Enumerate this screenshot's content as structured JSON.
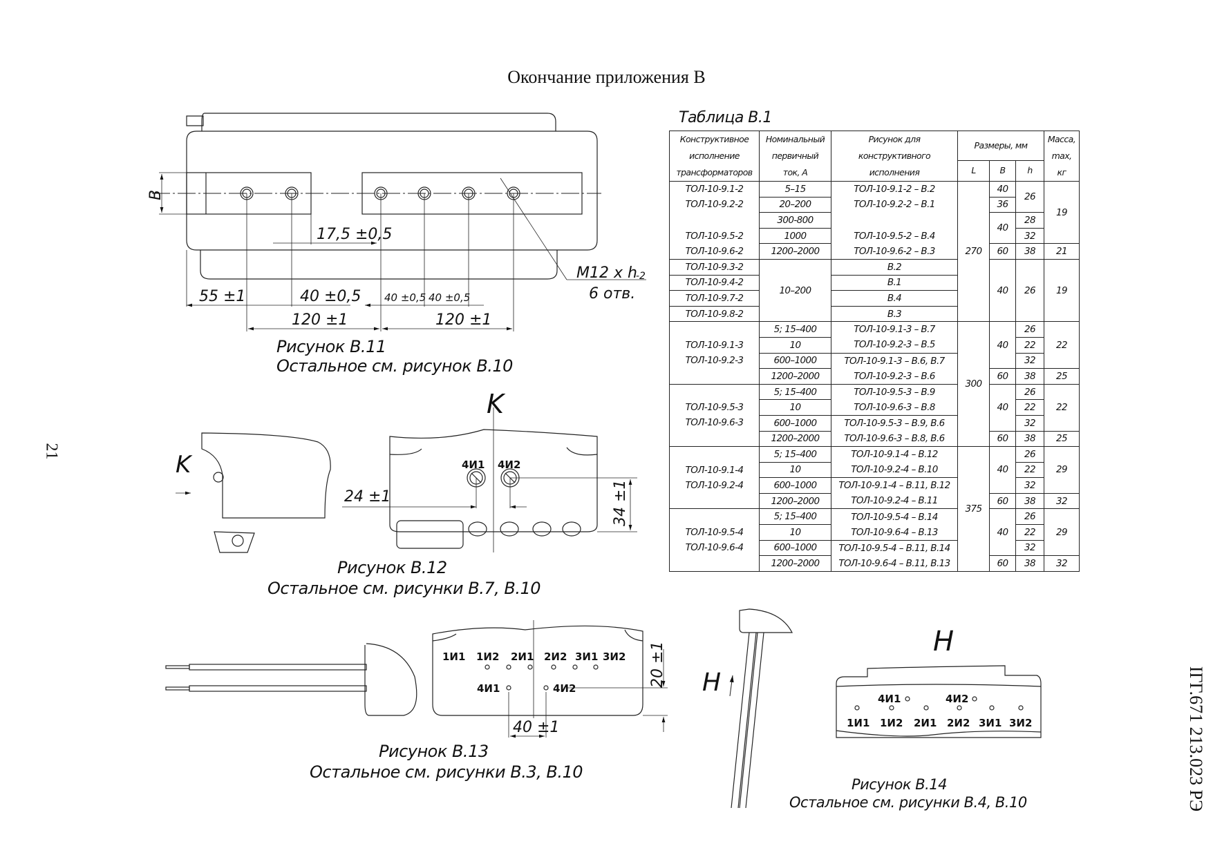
{
  "header": {
    "title": "Окончание приложения В"
  },
  "page_number": "21",
  "document_code": "ІГГ.671 213.023 РЭ",
  "table": {
    "caption": "Таблица В.1",
    "headers": {
      "col_design": "Конструктивное исполнение трансформаторов",
      "col_design_lines": [
        "Конструктивное",
        "исполнение",
        "трансформаторов"
      ],
      "col_current_lines": [
        "Номинальный",
        "первичный",
        "ток, А"
      ],
      "col_figure_lines": [
        "Рисунок для",
        "конструктивного",
        "исполнения"
      ],
      "dimensions": "Размеры, мм",
      "dim_L": "L",
      "dim_B": "B",
      "dim_h": "h",
      "mass_lines": [
        "Масса,",
        "max,",
        "кг"
      ]
    },
    "groups": [
      {
        "designs": [
          "ТОЛ-10-9.1-2",
          "ТОЛ-10-9.2-2",
          "ТОЛ-10-9.5-2",
          "ТОЛ-10-9.6-2"
        ],
        "rows": [
          {
            "current": "5–15",
            "figure": "ТОЛ-10-9.1-2 – В.2",
            "B": "40",
            "h": "26",
            "mass": "19"
          },
          {
            "current": "20–200",
            "figure": "ТОЛ-10-9.2-2 – В.1",
            "B": "36",
            "h": "26",
            "mass": "19"
          },
          {
            "current": "300-800",
            "figure": "",
            "B": "40",
            "h": "28",
            "mass": "19"
          },
          {
            "current": "1000",
            "figure": "ТОЛ-10-9.5-2 – В.4",
            "B": "40",
            "h": "32",
            "mass": "19"
          },
          {
            "current": "1200–2000",
            "figure": "ТОЛ-10-9.6-2 – В.3",
            "B": "60",
            "h": "38",
            "mass": "21"
          }
        ],
        "L": "270"
      },
      {
        "designs": [
          "ТОЛ-10-9.3-2",
          "ТОЛ-10-9.4-2",
          "ТОЛ-10-9.7-2",
          "ТОЛ-10-9.8-2"
        ],
        "current": "10–200",
        "figures": [
          "В.2",
          "В.1",
          "В.4",
          "В.3"
        ],
        "L": "270",
        "B": "40",
        "h": "26",
        "mass": "19"
      },
      {
        "designs": [
          "ТОЛ-10-9.1-3",
          "ТОЛ-10-9.2-3"
        ],
        "rows": [
          {
            "current": "5; 15–400",
            "figure": "ТОЛ-10-9.1-3 – В.7",
            "h": "26"
          },
          {
            "current": "10",
            "figure": "ТОЛ-10-9.2-3 – В.5",
            "h": "22"
          },
          {
            "current": "600–1000",
            "figure": "ТОЛ-10-9.1-3 – В.6, В.7",
            "h": "32"
          },
          {
            "current": "1200–2000",
            "figure": "ТОЛ-10-9.2-3 – В.6",
            "h": "38"
          }
        ],
        "B_main": "40",
        "B_last": "60",
        "mass_main": "22",
        "mass_last": "25"
      },
      {
        "designs": [
          "ТОЛ-10-9.5-3",
          "ТОЛ-10-9.6-3"
        ],
        "rows": [
          {
            "current": "5; 15–400",
            "figure": "ТОЛ-10-9.5-3 – В.9",
            "h": "26"
          },
          {
            "current": "10",
            "figure": "ТОЛ-10-9.6-3 – В.8",
            "h": "22"
          },
          {
            "current": "600–1000",
            "figure": "ТОЛ-10-9.5-3 – В.9, В.6",
            "h": "32"
          },
          {
            "current": "1200–2000",
            "figure": "ТОЛ-10-9.6-3 – В.8, В.6",
            "h": "38"
          }
        ],
        "B_main": "40",
        "B_last": "60",
        "mass_main": "22",
        "mass_last": "25"
      },
      {
        "designs": [
          "ТОЛ-10-9.1-4",
          "ТОЛ-10-9.2-4"
        ],
        "rows": [
          {
            "current": "5; 15–400",
            "figure": "ТОЛ-10-9.1-4 – В.12",
            "h": "26"
          },
          {
            "current": "10",
            "figure": "ТОЛ-10-9.2-4 – В.10",
            "h": "22"
          },
          {
            "current": "600–1000",
            "figure": "ТОЛ-10-9.1-4 – В.11, В.12",
            "h": "32"
          },
          {
            "current": "1200–2000",
            "figure": "ТОЛ-10-9.2-4 – В.11",
            "h": "38"
          }
        ],
        "B_main": "40",
        "B_last": "60",
        "mass_main": "29",
        "mass_last": "32"
      },
      {
        "designs": [
          "ТОЛ-10-9.5-4",
          "ТОЛ-10-9.6-4"
        ],
        "rows": [
          {
            "current": "5; 15–400",
            "figure": "ТОЛ-10-9.5-4 – В.14",
            "h": "26"
          },
          {
            "current": "10",
            "figure": "ТОЛ-10-9.6-4 – В.13",
            "h": "22"
          },
          {
            "current": "600–1000",
            "figure": "ТОЛ-10-9.5-4 – В.11, В.14",
            "h": "32"
          },
          {
            "current": "1200–2000",
            "figure": "ТОЛ-10-9.6-4 – В.11, В.13",
            "h": "38"
          }
        ],
        "B_main": "40",
        "B_last": "60",
        "mass_main": "29",
        "mass_last": "32"
      }
    ],
    "L_values": {
      "group3_4": "300",
      "group5_6": "375"
    }
  },
  "figures": {
    "b11": {
      "caption": "Рисунок В.11",
      "subcaption": "Остальное см. рисунок В.10",
      "dims": {
        "B": "B",
        "d1": "17,5 ±0,5",
        "d2": "55 ±1",
        "d3": "40 ±0,5",
        "d4": "40 ±0,5",
        "d5": "40 ±0,5",
        "d6": "120 ±1",
        "d7": "120 ±1",
        "thread": "М12 х h",
        "thread_tol": "-2",
        "holes": "6 отв."
      }
    },
    "b12": {
      "caption": "Рисунок В.12",
      "subcaption": "Остальное см. рисунки В.7, В.10",
      "view_label": "K",
      "view_arrow_label": "K",
      "terminals": [
        "4И1",
        "4И2"
      ],
      "dims": {
        "d1": "24 ±1",
        "d2": "34 ±1"
      }
    },
    "b13": {
      "caption": "Рисунок В.13",
      "subcaption": "Остальное см. рисунки В.3, В.10",
      "terminals_top": [
        "1И1",
        "1И2",
        "2И1",
        "2И2",
        "3И1",
        "3И2"
      ],
      "terminals_bottom": [
        "4И1",
        "4И2"
      ],
      "dims": {
        "d1": "20 ±1",
        "d2": "40 ±1"
      }
    },
    "b14": {
      "caption": "Рисунок В.14",
      "subcaption": "Остальное см. рисунки В.4, В.10",
      "view_label": "H",
      "view_arrow_label": "H",
      "terminals_top": [
        "4И1",
        "4И2"
      ],
      "terminals_bottom": [
        "1И1",
        "1И2",
        "2И1",
        "2И2",
        "3И1",
        "3И2"
      ]
    }
  }
}
